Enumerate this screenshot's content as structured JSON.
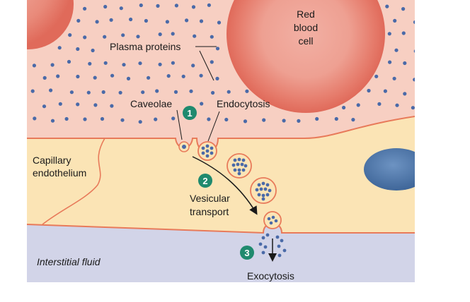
{
  "labels": {
    "rbc_line1": "Red",
    "rbc_line2": "blood",
    "rbc_line3": "cell",
    "plasma_proteins": "Plasma proteins",
    "caveolae": "Caveolae",
    "endocytosis": "Endocytosis",
    "endothelium_line1": "Capillary",
    "endothelium_line2": "endothelium",
    "vesicular_line1": "Vesicular",
    "vesicular_line2": "transport",
    "interstitial_fluid": "Interstitial fluid",
    "exocytosis": "Exocytosis"
  },
  "steps": [
    "1",
    "2",
    "3"
  ],
  "colors": {
    "plasma": "#f7cfc2",
    "red_blood_cell": "#e8786a",
    "endothelium": "#fbe4b5",
    "membrane": "#e87a5a",
    "interstitial": "#d2d4e8",
    "nucleus": "#4e78a8",
    "protein": "#4a6aa8",
    "step_badge": "#1f8a6e"
  }
}
